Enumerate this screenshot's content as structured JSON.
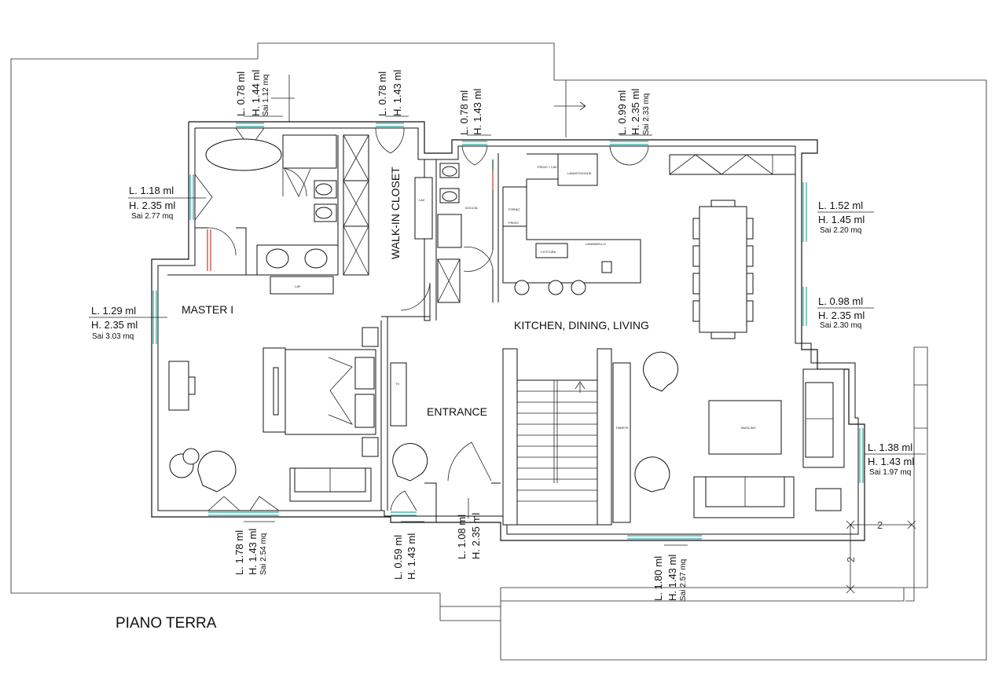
{
  "title": "PIANO TERRA",
  "rooms": {
    "master": "MASTER I",
    "walkin": "WALK-IN CLOSET",
    "kitchen": "KITCHEN, DINING, LIVING",
    "entrance": "ENTRANCE"
  },
  "openings": [
    {
      "id": "w-master-bath-top",
      "L": "L. 0.78 ml",
      "H": "H. 1.44 ml",
      "sai": "Sai 1.12 mq"
    },
    {
      "id": "w-closet-top",
      "L": "L. 0.78 ml",
      "H": "H. 1.43 ml"
    },
    {
      "id": "w-bath-top",
      "L": "L. 0.78 ml",
      "H": "H. 1.43 ml"
    },
    {
      "id": "w-kitchen-top",
      "L": "L. 0.99 ml",
      "H": "H. 2.35 ml",
      "sai": "Sai 2.33 mq"
    },
    {
      "id": "w-bath-left",
      "L": "L. 1.18 ml",
      "H": "H. 2.35 ml",
      "sai": "Sai 2.77 mq"
    },
    {
      "id": "w-master-left",
      "L": "L. 1.29 ml",
      "H": "H. 2.35 ml",
      "sai": "Sai 3.03 mq"
    },
    {
      "id": "w-dining-right",
      "L": "L. 1.52 ml",
      "H": "H. 1.45 ml",
      "sai": "Sai 2.20 mq"
    },
    {
      "id": "w-living-right",
      "L": "L. 0.98 ml",
      "H": "H. 2.35 ml",
      "sai": "Sai 2.30 mq"
    },
    {
      "id": "w-sofa-right",
      "L": "L. 1.38 ml",
      "H": "H. 1.43 ml",
      "sai": "Sai 1.97 mq"
    },
    {
      "id": "w-master-bottom",
      "L": "L. 1.78 ml",
      "H": "H. 1.43 ml",
      "sai": "Sai 2.54 mq"
    },
    {
      "id": "w-entrance-bottom",
      "L": "L. 0.59 ml",
      "H": "H. 1.43 ml"
    },
    {
      "id": "door-entrance",
      "L": "L. 1.08 ml",
      "H": "H. 2.35 ml"
    },
    {
      "id": "w-living-bottom",
      "L": "L. 1.80 ml",
      "H": "H. 1.43 ml",
      "sai": "Sai 2.57 mq"
    }
  ],
  "dimensions": {
    "horizontal": "2",
    "vertical": "2"
  }
}
